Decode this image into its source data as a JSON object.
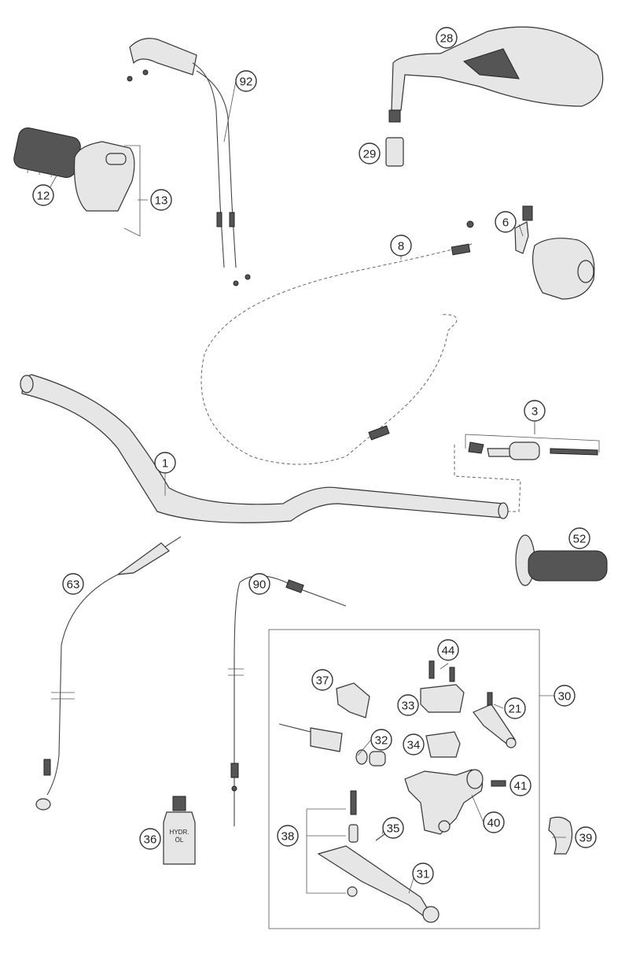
{
  "callouts": [
    {
      "id": "c92",
      "label": "92"
    },
    {
      "id": "c28",
      "label": "28"
    },
    {
      "id": "c29",
      "label": "29"
    },
    {
      "id": "c12",
      "label": "12"
    },
    {
      "id": "c13",
      "label": "13"
    },
    {
      "id": "c8",
      "label": "8"
    },
    {
      "id": "c6",
      "label": "6"
    },
    {
      "id": "c3",
      "label": "3"
    },
    {
      "id": "c1",
      "label": "1"
    },
    {
      "id": "c52",
      "label": "52"
    },
    {
      "id": "c63",
      "label": "63"
    },
    {
      "id": "c90",
      "label": "90"
    },
    {
      "id": "c44",
      "label": "44"
    },
    {
      "id": "c37",
      "label": "37"
    },
    {
      "id": "c33",
      "label": "33"
    },
    {
      "id": "c21",
      "label": "21"
    },
    {
      "id": "c30",
      "label": "30"
    },
    {
      "id": "c32",
      "label": "32"
    },
    {
      "id": "c34",
      "label": "34"
    },
    {
      "id": "c41",
      "label": "41"
    },
    {
      "id": "c40",
      "label": "40"
    },
    {
      "id": "c39",
      "label": "39"
    },
    {
      "id": "c36",
      "label": "36"
    },
    {
      "id": "c38",
      "label": "38"
    },
    {
      "id": "c35",
      "label": "35"
    },
    {
      "id": "c31",
      "label": "31"
    }
  ],
  "bottle_label": "HYDR.\nÖL"
}
